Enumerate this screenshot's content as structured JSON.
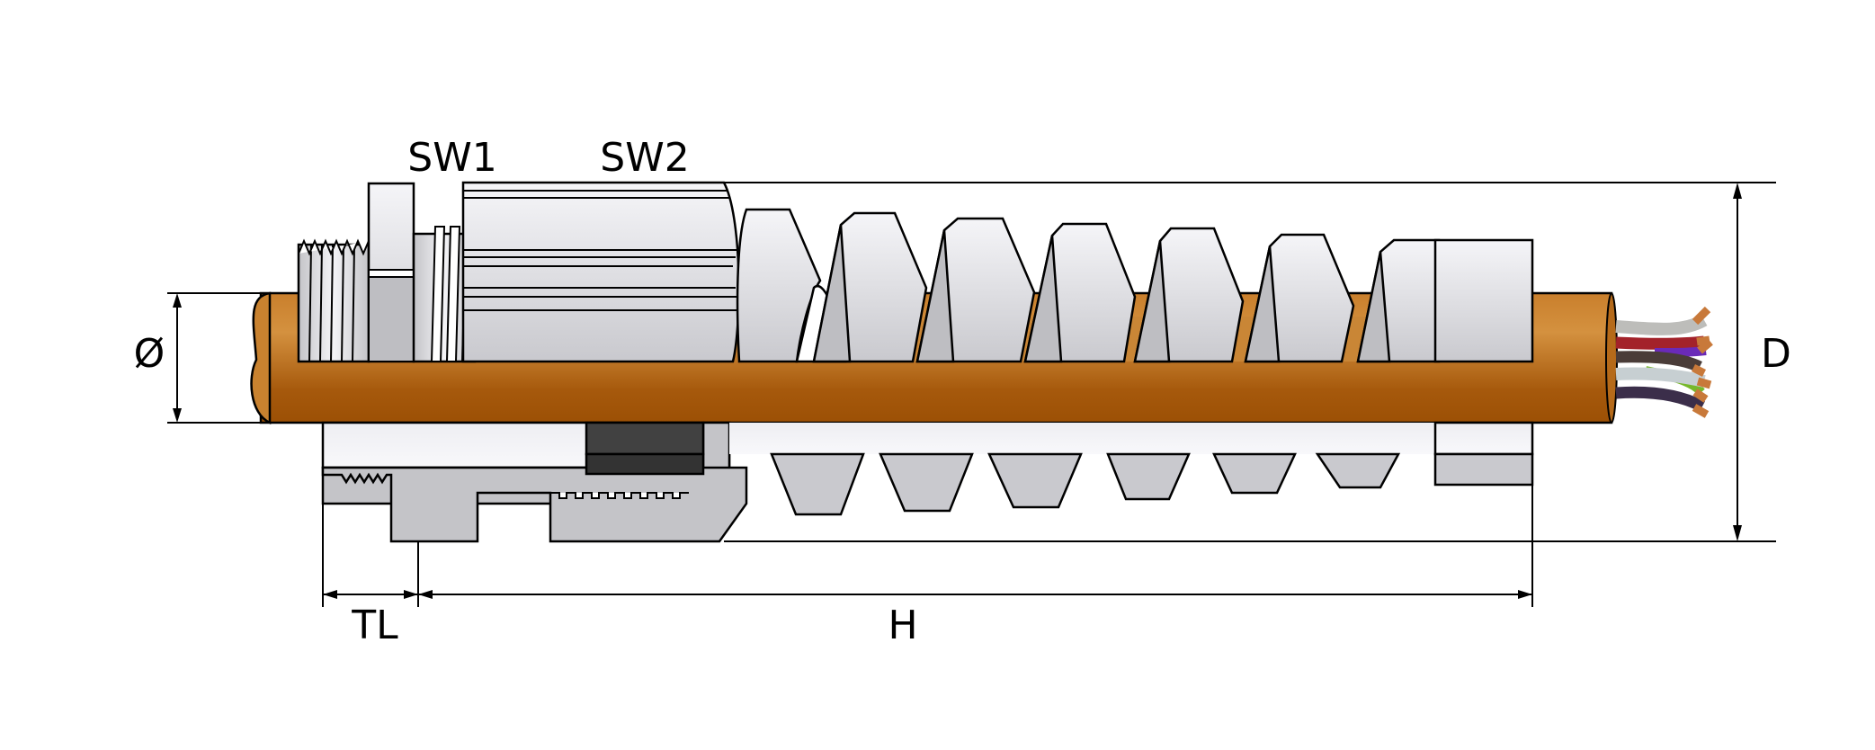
{
  "labels": {
    "sw1": "SW1",
    "sw2": "SW2",
    "diameter": "Ø",
    "D": "D",
    "TL": "TL",
    "H": "H"
  },
  "colors": {
    "cable_light": "#D4913F",
    "cable_dark": "#9C5005",
    "metal_light": "#F2F2F6",
    "metal_mid": "#D2D2D6",
    "metal_dark": "#B8B8BC",
    "seal": "#3A3A3A",
    "wires": [
      "#BDBDBA",
      "#A3222A",
      "#4A3C38",
      "#6A2AB8",
      "#C7CFD2",
      "#76B82A",
      "#3B2E4A"
    ]
  }
}
